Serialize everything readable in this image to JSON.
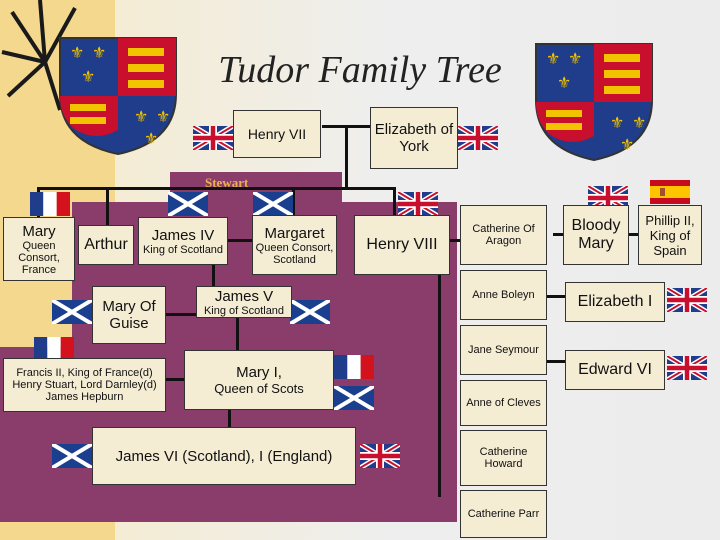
{
  "title": "Tudor Family Tree",
  "label_stewart": "Stewart",
  "persons": {
    "henry7": "Henry VII",
    "elizabeth_york": "Elizabeth of York",
    "mary": {
      "name": "Mary",
      "desc": "Queen Consort, France"
    },
    "arthur": "Arthur",
    "james4": {
      "name": "James IV",
      "desc": "King of Scotland"
    },
    "margaret": {
      "name": "Margaret",
      "desc": "Queen Consort, Scotland"
    },
    "henry8": "Henry VIII",
    "mary_guise": "Mary Of Guise",
    "james5": {
      "name": "James V",
      "desc": "King of Scotland"
    },
    "husbands": [
      "Francis II, King of France(d)",
      "Henry Stuart, Lord Darnley(d)",
      "James Hepburn"
    ],
    "mary_qos": {
      "name": "Mary I,",
      "desc": "Queen of Scots"
    },
    "james6": "James VI (Scotland), I (England)",
    "catherine_aragon": "Catherine Of Aragon",
    "bloody_mary": "Bloody Mary",
    "phillip2": "Phillip II, King of Spain",
    "anne_boleyn": "Anne Boleyn",
    "elizabeth1": "Elizabeth I",
    "jane_seymour": "Jane Seymour",
    "edward6": "Edward VI",
    "anne_cleves": "Anne of Cleves",
    "catherine_howard": "Catherine Howard",
    "catherine_parr": "Catherine Parr"
  },
  "colors": {
    "background_left": "#f3d88e",
    "scottish_panel": "#8a3d6a",
    "box_fill": "#f4ecd3",
    "stewart_label": "#e9b24a"
  },
  "icons": [
    "union-jack-flag-icon",
    "scotland-flag-icon",
    "france-flag-icon",
    "spain-flag-icon",
    "royal-arms-shield-icon",
    "sun-rays-icon"
  ]
}
